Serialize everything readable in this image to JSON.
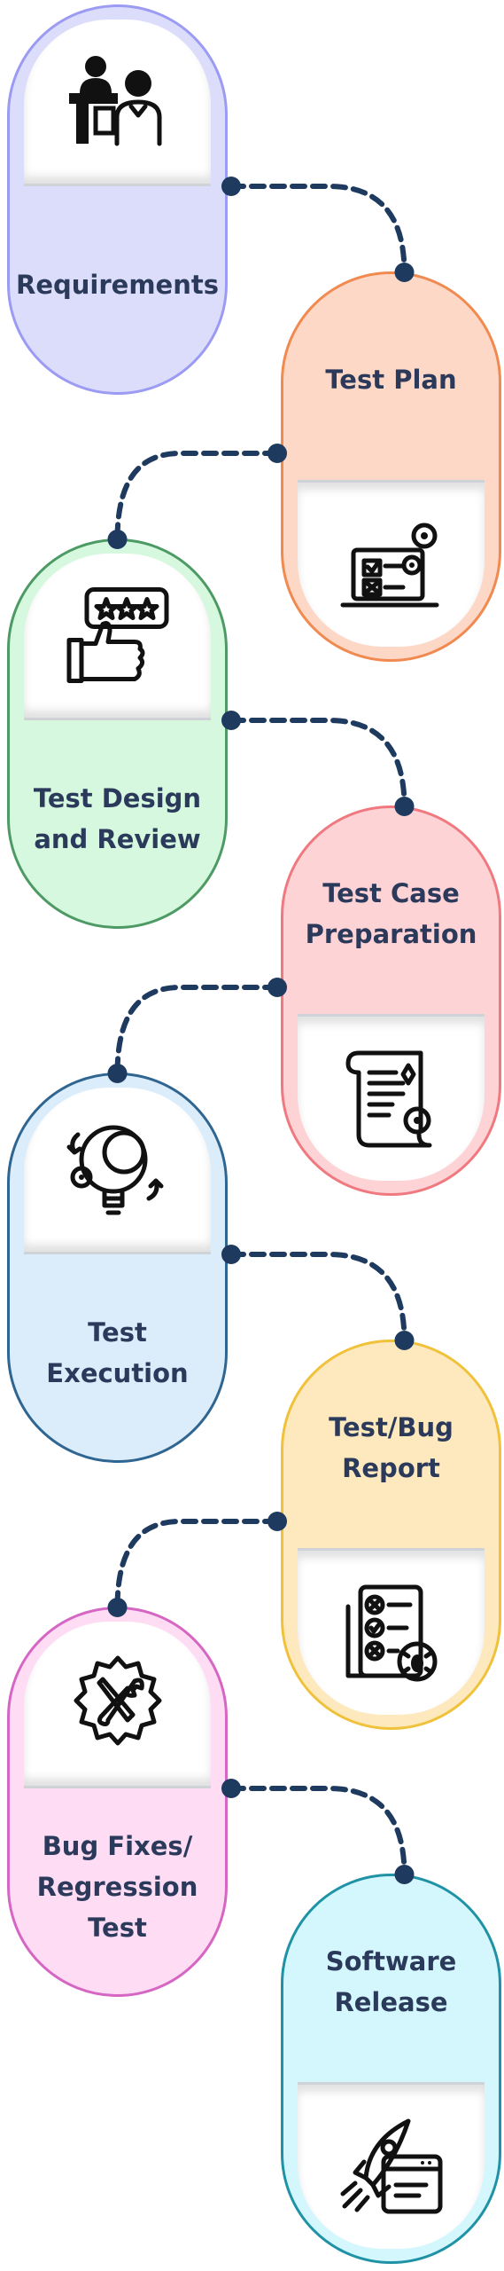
{
  "stages": [
    {
      "label": "Requirements",
      "icon": "meeting-desk-icon",
      "fill": "#dcdcfb",
      "border": "#9c9bf3"
    },
    {
      "label": "Test Plan",
      "icon": "laptop-gears-checklist-icon",
      "fill": "#fdd8c7",
      "border": "#f08a50"
    },
    {
      "label": "Test Design\nand Review",
      "icon": "thumbs-up-rating-icon",
      "fill": "#d6f8df",
      "border": "#4e9a65"
    },
    {
      "label": "Test Case\nPreparation",
      "icon": "document-gear-scroll-icon",
      "fill": "#fdd3d6",
      "border": "#f07980"
    },
    {
      "label": "Test\nExecution",
      "icon": "lightbulb-gears-icon",
      "fill": "#dbedfb",
      "border": "#2f6591"
    },
    {
      "label": "Test/Bug\nReport",
      "icon": "bug-report-checklist-icon",
      "fill": "#fde9bd",
      "border": "#f0c23c"
    },
    {
      "label": "Bug Fixes/\nRegression\nTest",
      "icon": "wrench-screwdriver-gear-icon",
      "fill": "#fddcf4",
      "border": "#d666c3"
    },
    {
      "label": "Software\nRelease",
      "icon": "rocket-browser-icon",
      "fill": "#d3f7fd",
      "border": "#1f93a5"
    }
  ],
  "colors": {
    "label": "#2b3a5b",
    "connector": "#1e3a5f"
  }
}
